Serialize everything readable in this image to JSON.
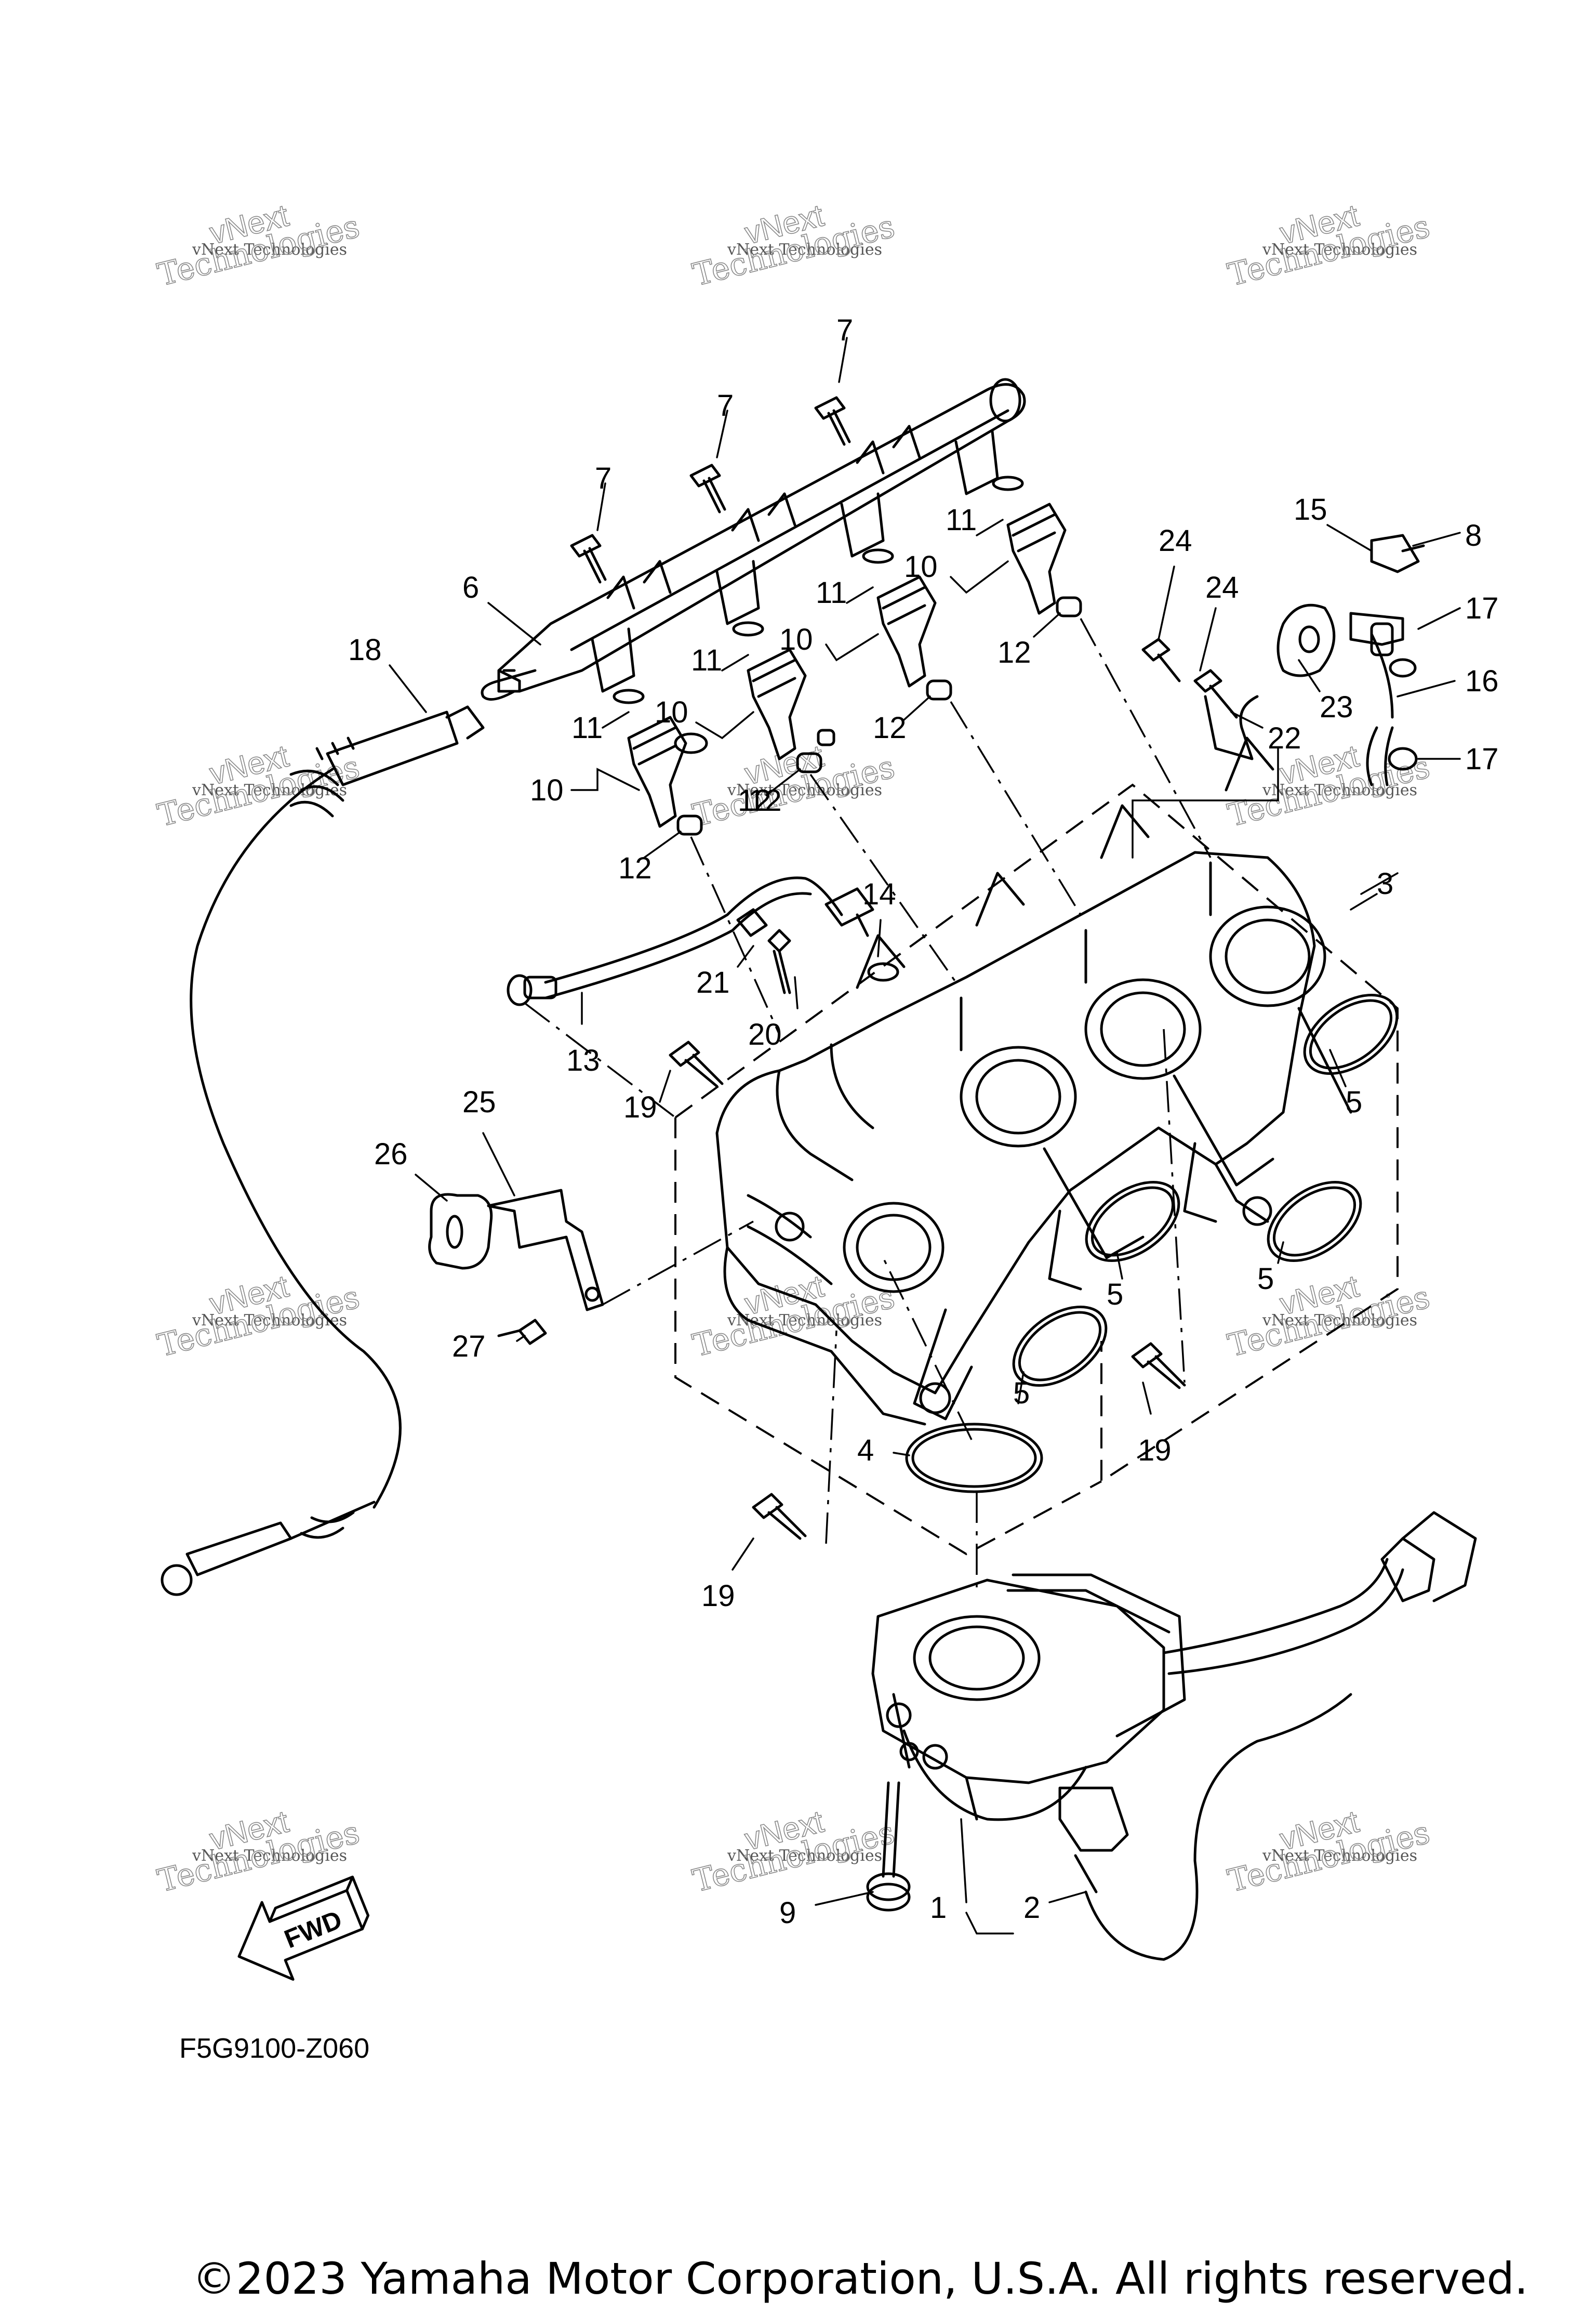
{
  "callouts": [
    "7",
    "7",
    "7",
    "8",
    "15",
    "24",
    "24",
    "17",
    "16",
    "17",
    "23",
    "22",
    "6",
    "18",
    "11",
    "10",
    "12",
    "11",
    "10",
    "12",
    "11",
    "10",
    "12",
    "11",
    "10",
    "12",
    "12",
    "12",
    "3",
    "14",
    "21",
    "20",
    "13",
    "19",
    "5",
    "5",
    "5",
    "5",
    "4",
    "19",
    "19",
    "25",
    "26",
    "27",
    "9",
    "1",
    "2"
  ],
  "watermark": {
    "line1": "vNext Technologies",
    "line2": "vNext",
    "line3": "Technologies"
  },
  "fwd_label": "FWD",
  "diagram_code": "F5G9100-Z060",
  "copyright": "©2023 Yamaha Motor Corporation, U.S.A. All rights reserved."
}
